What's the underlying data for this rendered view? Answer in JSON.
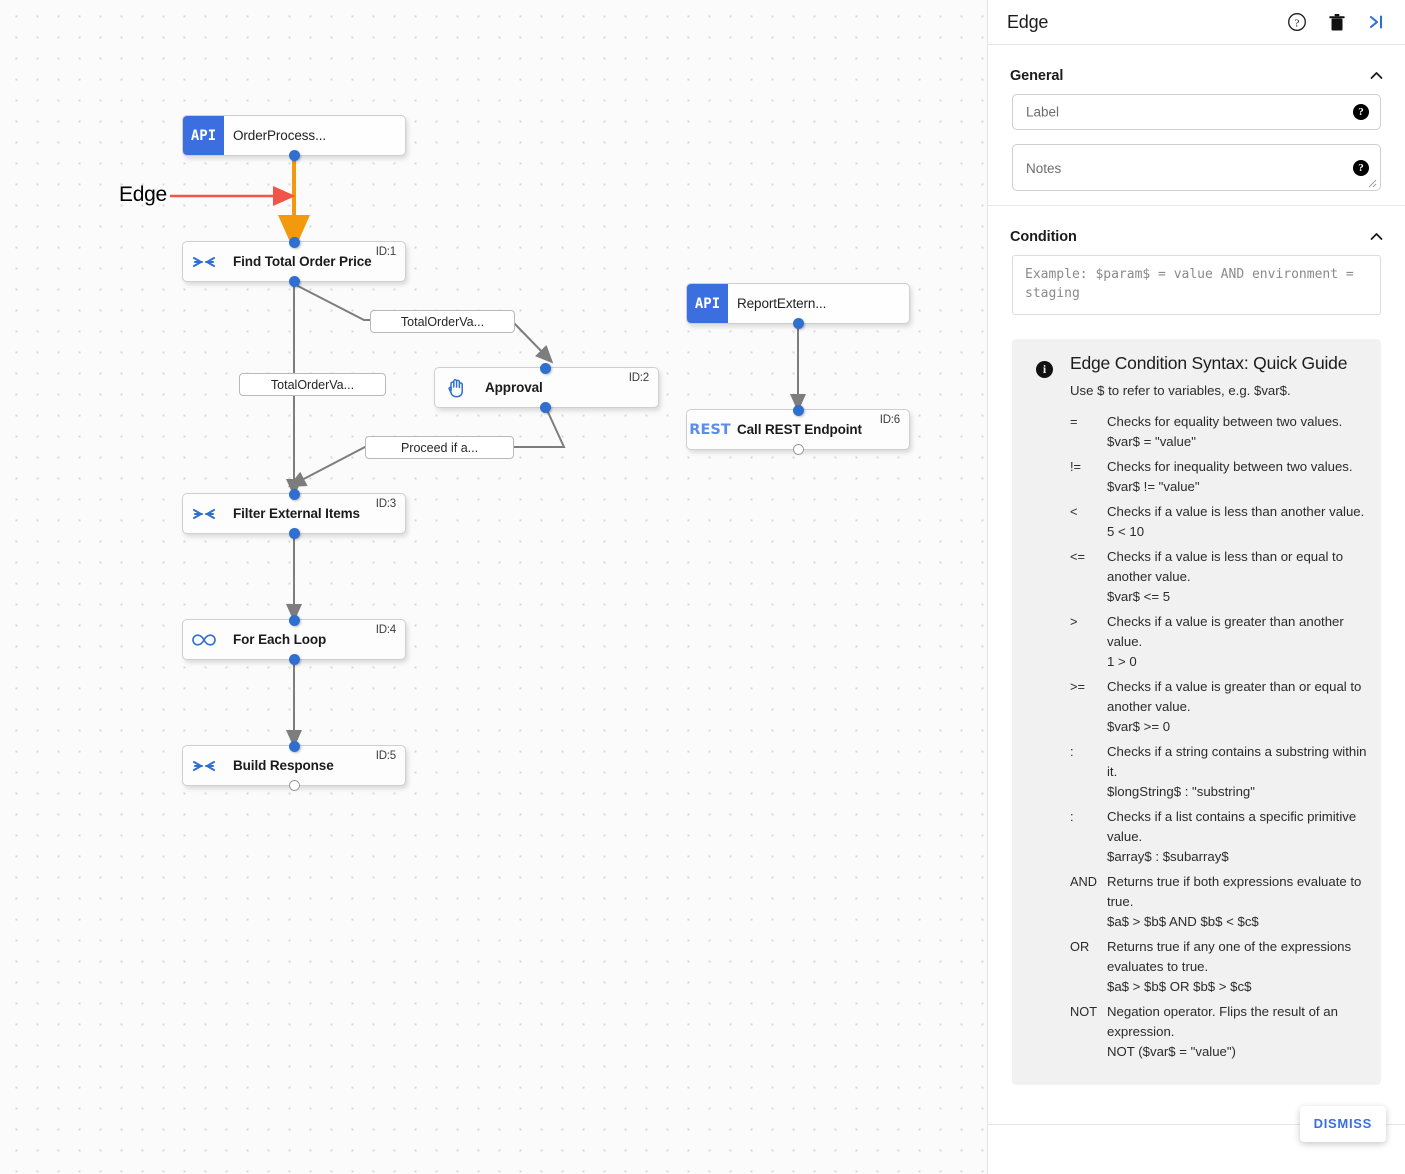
{
  "canvas": {
    "annotation": {
      "label": "Edge",
      "arrow_color": "#f2544a"
    },
    "highlight_color": "#f29a0b",
    "nodes": [
      {
        "key": "orderprocess",
        "title": "OrderProcess...",
        "icon": "api-icon",
        "icon_text": "API",
        "id_label": ""
      },
      {
        "key": "find_total",
        "title": "Find Total Order Price",
        "icon": "merge-arrows-icon",
        "id_label": "ID:1"
      },
      {
        "key": "approval",
        "title": "Approval",
        "icon": "hand-icon",
        "id_label": "ID:2"
      },
      {
        "key": "filter",
        "title": "Filter External Items",
        "icon": "merge-arrows-icon",
        "id_label": "ID:3"
      },
      {
        "key": "foreach",
        "title": "For Each Loop",
        "icon": "infinity-icon",
        "id_label": "ID:4"
      },
      {
        "key": "build",
        "title": "Build Response",
        "icon": "merge-arrows-icon",
        "id_label": "ID:5"
      },
      {
        "key": "reportextern",
        "title": "ReportExtern...",
        "icon": "api-icon",
        "icon_text": "API",
        "id_label": ""
      },
      {
        "key": "callrest",
        "title": "Call REST Endpoint",
        "icon": "rest-icon",
        "icon_text": "REST",
        "id_label": "ID:6"
      }
    ],
    "edge_labels": [
      {
        "key": "total_order_va_1",
        "text": "TotalOrderVa..."
      },
      {
        "key": "total_order_va_2",
        "text": "TotalOrderVa..."
      },
      {
        "key": "proceed_if_a",
        "text": "Proceed if a..."
      }
    ]
  },
  "panel": {
    "title": "Edge",
    "header_icons": [
      {
        "name": "help-icon",
        "glyph": "?"
      },
      {
        "name": "delete-icon",
        "glyph": "trash"
      },
      {
        "name": "collapse-panel-icon",
        "glyph": ">|"
      }
    ],
    "general": {
      "title": "General",
      "label_field": {
        "placeholder": "Label",
        "value": ""
      },
      "notes_field": {
        "placeholder": "Notes",
        "value": ""
      },
      "help_badge": "?"
    },
    "condition": {
      "title": "Condition",
      "placeholder": "Example: $param$ = value AND environment = staging",
      "value": ""
    },
    "guide": {
      "title": "Edge Condition Syntax: Quick Guide",
      "subtitle": "Use $ to refer to variables, e.g. $var$.",
      "info_glyph": "i",
      "rows": [
        {
          "op": "=",
          "desc": "Checks for equality between two values.",
          "example": "$var$ = \"value\""
        },
        {
          "op": "!=",
          "desc": "Checks for inequality between two values.",
          "example": "$var$ != \"value\""
        },
        {
          "op": "<",
          "desc": "Checks if a value is less than another value.",
          "example": "5 < 10"
        },
        {
          "op": "<=",
          "desc": "Checks if a value is less than or equal to another value.",
          "example": "$var$ <= 5"
        },
        {
          "op": ">",
          "desc": "Checks if a value is greater than another value.",
          "example": "1 > 0"
        },
        {
          "op": ">=",
          "desc": "Checks if a value is greater than or equal to another value.",
          "example": "$var$ >= 0"
        },
        {
          "op": ":",
          "desc": "Checks if a string contains a substring within it.",
          "example": "$longString$ : \"substring\""
        },
        {
          "op": ":",
          "desc": "Checks if a list contains a specific primitive value.",
          "example": "$array$ : $subarray$"
        },
        {
          "op": "AND",
          "desc": "Returns true if both expressions evaluate to true.",
          "example": "$a$ > $b$ AND $b$ < $c$"
        },
        {
          "op": "OR",
          "desc": "Returns true if any one of the expressions evaluates to true.",
          "example": "$a$ > $b$ OR $b$ > $c$"
        },
        {
          "op": "NOT",
          "desc": "Negation operator. Flips the result of an expression.",
          "example": "NOT ($var$ = \"value\")"
        }
      ]
    },
    "snackbar": {
      "dismiss_label": "DISMISS"
    }
  }
}
